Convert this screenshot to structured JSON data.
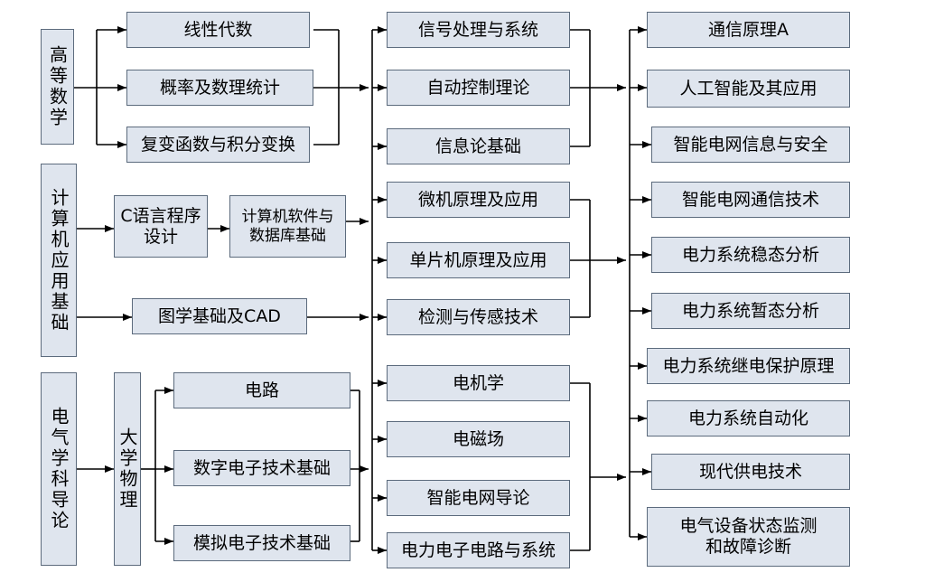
{
  "col0": {
    "math": "高等数学",
    "comp": "计算机应用基础",
    "elec": "电气学科导论"
  },
  "col1": {
    "linear": "线性代数",
    "prob": "概率及数理统计",
    "complex": "复变函数与积分变换",
    "c_lang": "C语言程序\n设计",
    "software": "计算机软件与\n数据库基础",
    "graphics": "图学基础及CAD",
    "physics": "大学物理",
    "circuit": "电路",
    "digital": "数字电子技术基础",
    "analog": "模拟电子技术基础"
  },
  "col2": {
    "signal": "信号处理与系统",
    "control": "自动控制理论",
    "info": "信息论基础",
    "micro": "微机原理及应用",
    "mcu": "单片机原理及应用",
    "sensor": "检测与传感技术",
    "machine": "电机学",
    "em_field": "电磁场",
    "smart_intro": "智能电网导论",
    "power_elec": "电力电子电路与系统"
  },
  "col3": {
    "comm": "通信原理A",
    "ai": "人工智能及其应用",
    "grid_security": "智能电网信息与安全",
    "grid_comm": "智能电网通信技术",
    "steady": "电力系统稳态分析",
    "transient": "电力系统暂态分析",
    "relay": "电力系统继电保护原理",
    "automation": "电力系统自动化",
    "supply": "现代供电技术",
    "monitoring": "电气设备状态监测\n和故障诊断"
  },
  "colors": {
    "box_fill": "#dfe5ee",
    "box_border": "#5c6b7d",
    "line": "#000000"
  }
}
